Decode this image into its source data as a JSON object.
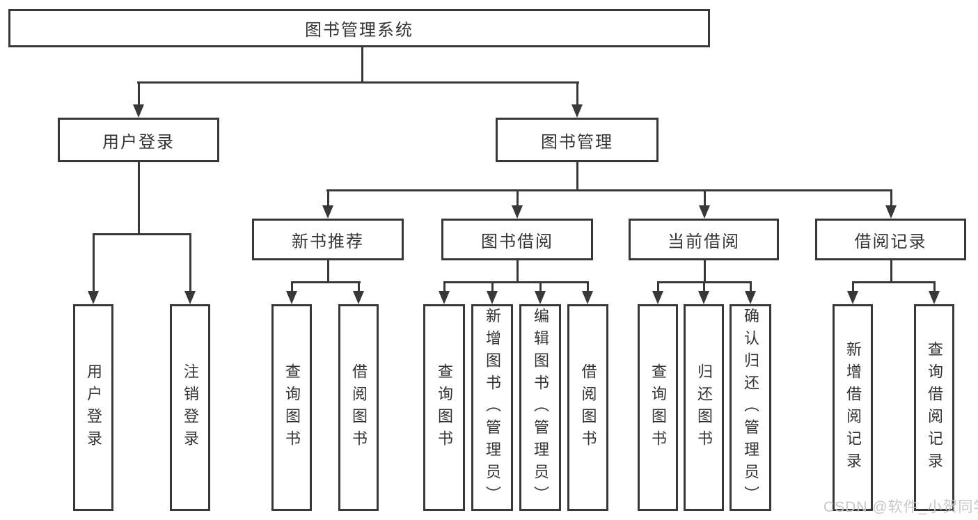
{
  "diagram": {
    "root": {
      "label": "图书管理系统"
    },
    "branches": [
      {
        "label": "用户登录",
        "children": [
          {
            "label": "用户登录"
          },
          {
            "label": "注销登录"
          }
        ]
      },
      {
        "label": "图书管理",
        "children": [
          {
            "label": "新书推荐",
            "children": [
              {
                "label": "查询图书"
              },
              {
                "label": "借阅图书"
              }
            ]
          },
          {
            "label": "图书借阅",
            "children": [
              {
                "label": "查询图书"
              },
              {
                "label": "新增图书（管理员）"
              },
              {
                "label": "编辑图书（管理员）"
              },
              {
                "label": "借阅图书"
              }
            ]
          },
          {
            "label": "当前借阅",
            "children": [
              {
                "label": "查询图书"
              },
              {
                "label": "归还图书"
              },
              {
                "label": "确认归还（管理员）"
              }
            ]
          },
          {
            "label": "借阅记录",
            "children": [
              {
                "label": "新增借阅记录"
              },
              {
                "label": "查询借阅记录"
              }
            ]
          }
        ]
      }
    ]
  },
  "colors": {
    "stroke": "#383838",
    "text": "#333333",
    "watermark": "#c7c7c7",
    "background": "#ffffff"
  },
  "watermark": {
    "text": "CSDN @软件_小贺同学"
  }
}
